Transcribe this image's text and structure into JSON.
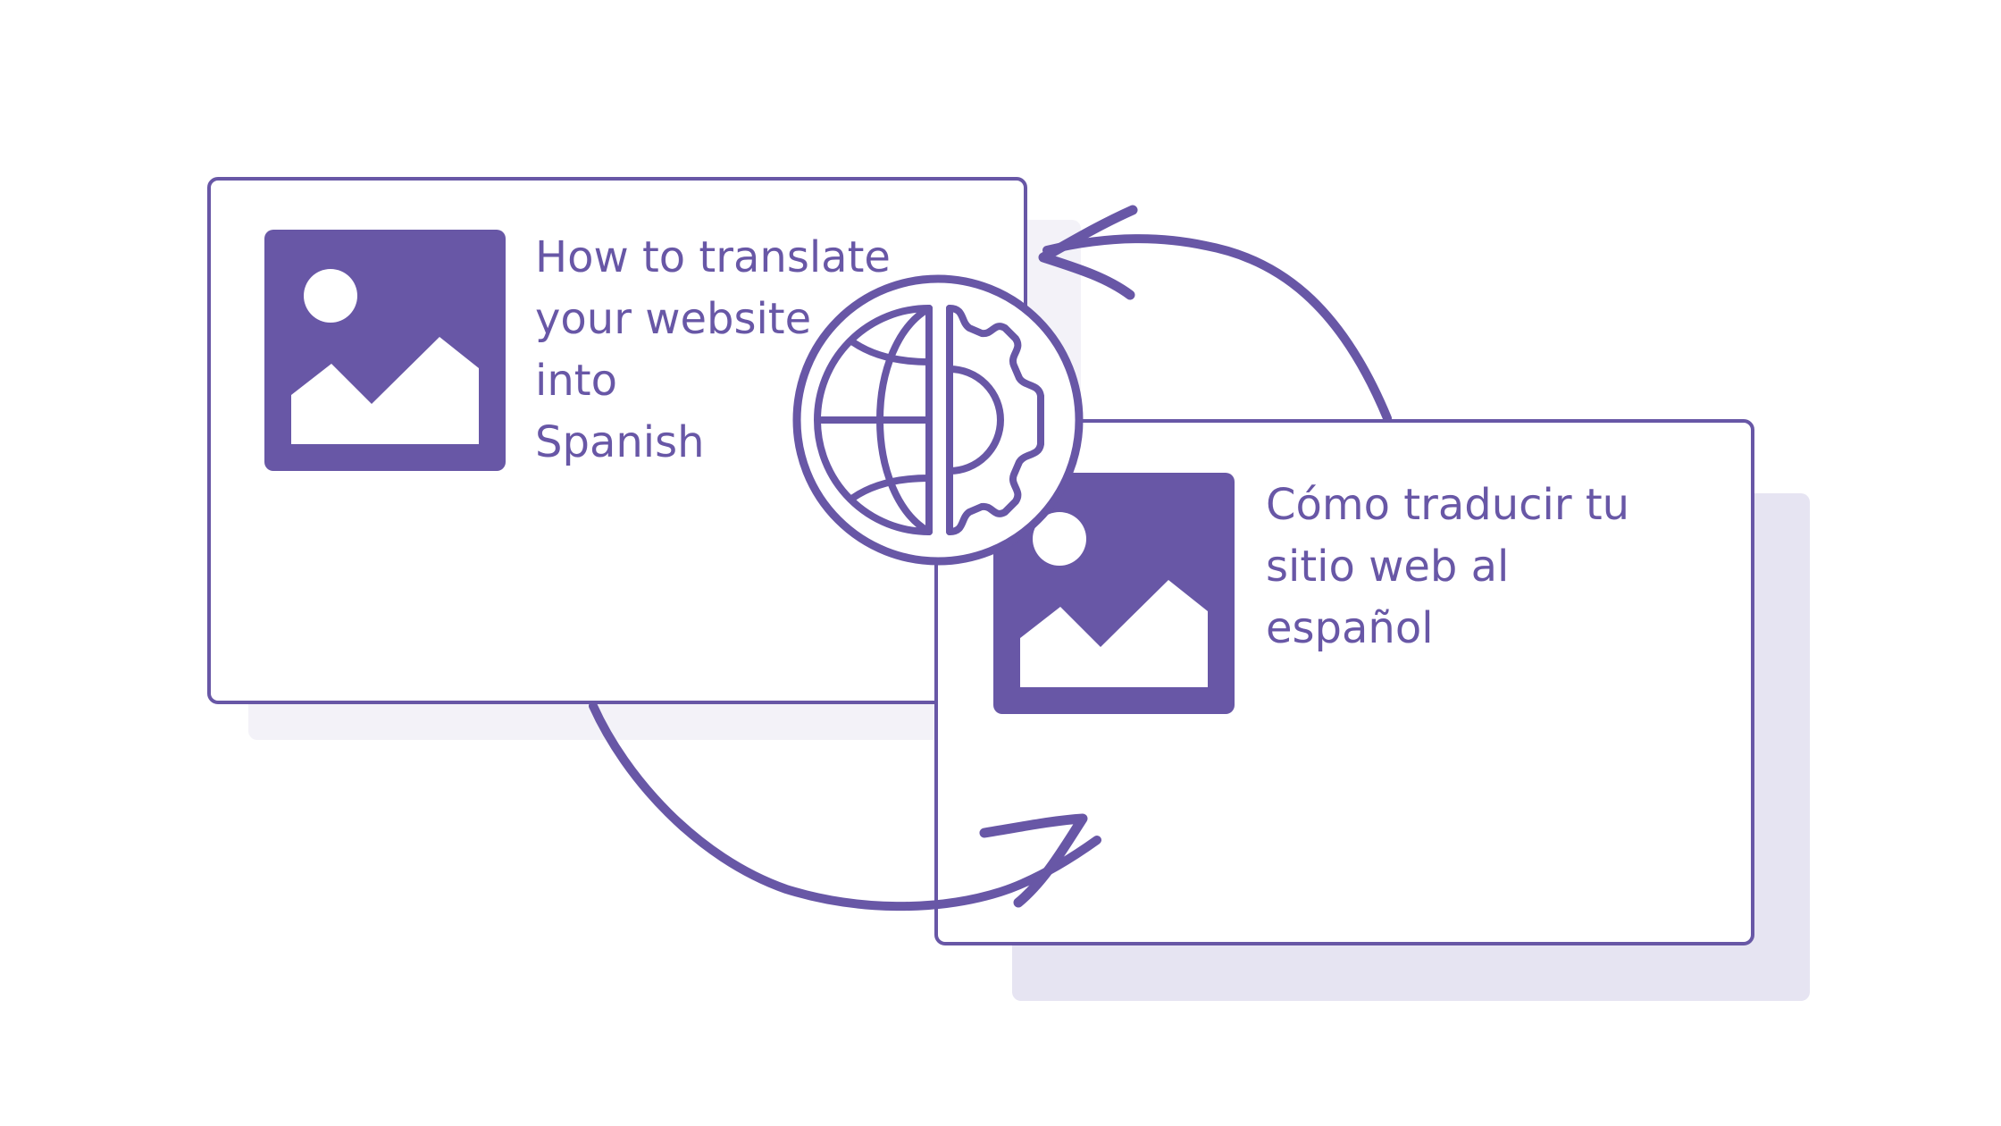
{
  "source_card": {
    "image_icon": "image-placeholder-icon",
    "title_lines": [
      "How to translate",
      "your website",
      "into",
      "Spanish"
    ]
  },
  "target_card": {
    "image_icon": "image-placeholder-icon",
    "title_lines": [
      "Cómo traducir tu",
      "sitio web al",
      "español"
    ]
  },
  "badge_icon": "globe-gear-icon",
  "arrows": [
    "arrow-curved-top",
    "arrow-curved-bottom"
  ],
  "colors": {
    "accent": "#6857a6",
    "shadow_light": "#f3f2f8",
    "shadow_dark": "#e6e4f2",
    "background": "#ffffff"
  }
}
